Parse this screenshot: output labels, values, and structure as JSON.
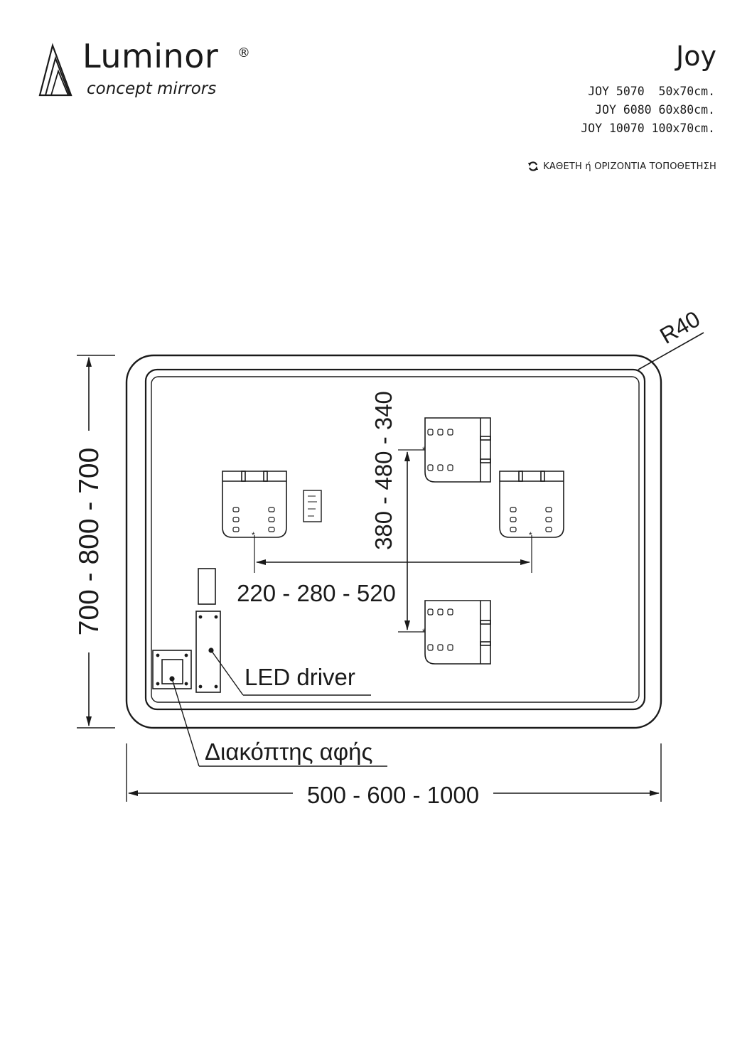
{
  "brand": {
    "name": "Luminor",
    "registered": "®",
    "tagline": "concept mirrors",
    "logo_icon": "nested-triangles-icon"
  },
  "product": {
    "title": "Joy",
    "variants": [
      "JOY 5070  50x70cm.",
      "JOY 6080 60x80cm.",
      "JOY 10070 100x70cm."
    ]
  },
  "mounting_note": {
    "icon": "rotate-arrows-icon",
    "text": "ΚΑΘΕΤΗ ή ΟΡΙΖΟΝΤΙΑ ΤΟΠΟΘΕΤΗΣΗ"
  },
  "drawing": {
    "corner_radius_label": "R40",
    "height_label": "700 - 800 - 700",
    "width_label": "500 - 600 - 1000",
    "vertical_spacing_label": "380 - 480 - 340",
    "horizontal_spacing_label": "220 - 280 - 520",
    "led_driver_label": "LED driver",
    "touch_switch_label": "Διακόπτης αφής",
    "line_color": "#1a1a1a"
  }
}
